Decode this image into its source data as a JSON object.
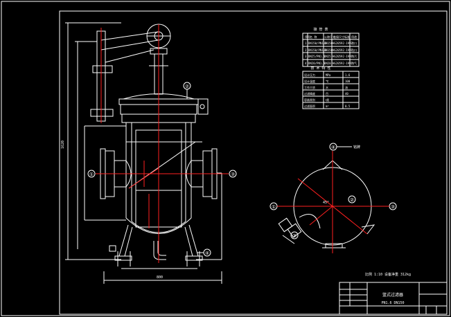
{
  "drawing": {
    "background": "#000000",
    "frame_color": "#ffffff",
    "line_color": "#ffffff",
    "centerline_color": "#ff2020",
    "table1": {
      "title": "接 管 表",
      "header": [
        "序号",
        "名 称",
        "公称尺寸",
        "连接尺寸标准",
        "用途"
      ],
      "rows": [
        [
          "1",
          "DN150/PN1.6",
          "DN150",
          "HG20592-1997",
          "进口"
        ],
        [
          "2",
          "DN150/PN1.6",
          "DN150",
          "HG20592-1997",
          "出口"
        ],
        [
          "3",
          "DN25/PN1.6",
          "DN25",
          "HG20592-1997",
          "排污"
        ],
        [
          "4",
          "DN20/PN1.6",
          "DN20",
          "HG20592-1997",
          "排气"
        ]
      ]
    },
    "table2": {
      "title": "技 术 特 性",
      "rows": [
        [
          "设计压力",
          "MPa",
          "1.6"
        ],
        [
          "设计温度",
          "℃",
          "100"
        ],
        [
          "工作介质",
          "水",
          "油"
        ],
        [
          "过滤精度",
          "目",
          "40"
        ],
        [
          "容器类别",
          "Ⅰ类",
          ""
        ],
        [
          "过滤面积",
          "m²",
          "0.5"
        ]
      ]
    },
    "nozzle_labels": [
      "①",
      "②",
      "③",
      "④"
    ],
    "left_dims": {
      "height": "1620",
      "width": "800"
    },
    "note_label": "铭牌",
    "angle_label": "45°",
    "scale_note": "比例 1:10   设备净重 312kg",
    "title_block": {
      "name": "篮式过滤器",
      "code": "PN1.6  DN150"
    }
  }
}
